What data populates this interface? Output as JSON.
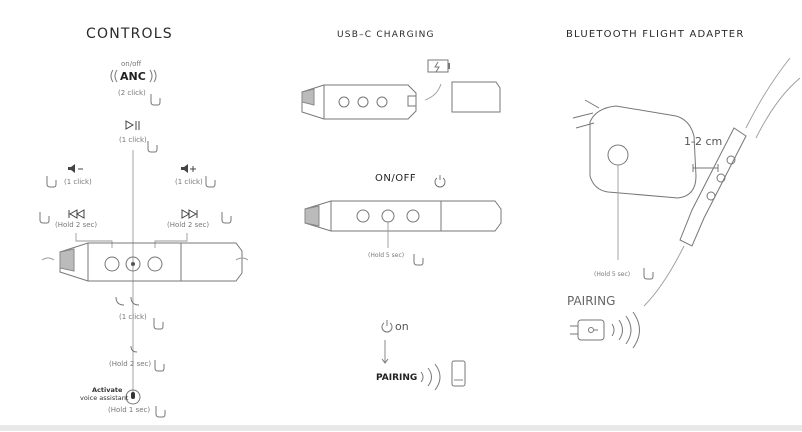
{
  "panels": {
    "controls": {
      "title": "CONTROLS",
      "anc_top": "on/off",
      "anc_label": "ANC",
      "anc_click": "(2 click)",
      "play_click": "(1 click)",
      "vol_down_click": "(1 click)",
      "vol_up_click": "(1 click)",
      "prev_hold": "(Hold 2 sec)",
      "next_hold": "(Hold 2 sec)",
      "call_click": "(1 click)",
      "call_hold": "(Hold 2 sec)",
      "voice_label_1": "Activate",
      "voice_label_2": "voice assistant",
      "voice_hold": "(Hold 1 sec)"
    },
    "usb": {
      "title": "USB–C CHARGING",
      "onoff_label": "ON/OFF",
      "hold": "(Hold 5 sec)",
      "on_label": "on",
      "pairing_label": "PAIRING"
    },
    "bluetooth": {
      "title": "BLUETOOTH FLIGHT ADAPTER",
      "distance": "1-2 cm",
      "hold": "(Hold 5 sec)",
      "pairing_label": "PAIRING"
    }
  },
  "colors": {
    "line": "#777777",
    "text": "#2a2a2a",
    "background": "#ffffff"
  }
}
